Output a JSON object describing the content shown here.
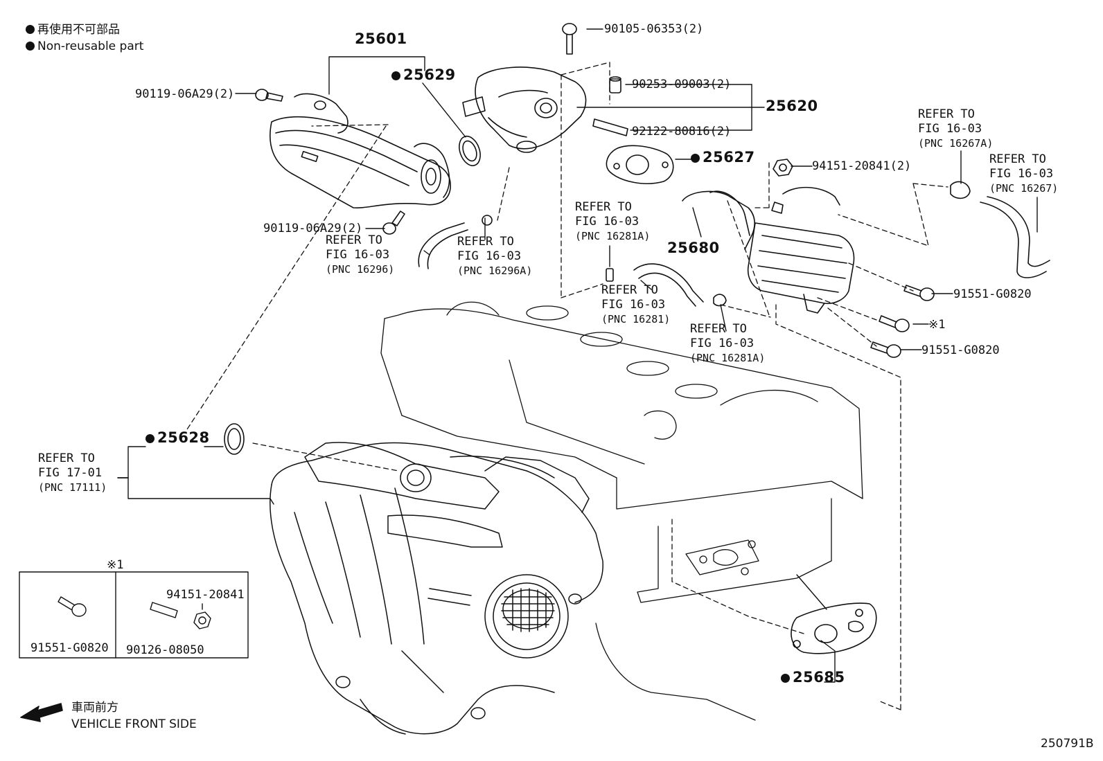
{
  "legend": {
    "jp": "再使用不可部品",
    "en": "Non-reusable part"
  },
  "parts": {
    "p25601": "25601",
    "p25629": "25629",
    "p25620": "25620",
    "p25627": "25627",
    "p25680": "25680",
    "p25628": "25628",
    "p25685": "25685",
    "b90105": "90105-06353(2)",
    "b90253": "90253-09003(2)",
    "b92122": "92122-80816(2)",
    "b94151x2": "94151-20841(2)",
    "b90119a": "90119-06A29(2)",
    "b90119b": "90119-06A29(2)",
    "b91551a": "91551-G0820",
    "b91551b": "91551-G0820",
    "note1": "※1"
  },
  "refs": {
    "r16296": {
      "l1": "REFER TO",
      "l2": "FIG 16-03",
      "l3": "(PNC 16296)"
    },
    "r16296a": {
      "l1": "REFER TO",
      "l2": "FIG 16-03",
      "l3": "(PNC 16296A)"
    },
    "r16281a_top": {
      "l1": "REFER TO",
      "l2": "FIG 16-03",
      "l3": "(PNC 16281A)"
    },
    "r16281": {
      "l1": "REFER TO",
      "l2": "FIG 16-03",
      "l3": "(PNC 16281)"
    },
    "r16281a_bot": {
      "l1": "REFER TO",
      "l2": "FIG 16-03",
      "l3": "(PNC 16281A)"
    },
    "r16267a": {
      "l1": "REFER TO",
      "l2": "FIG 16-03",
      "l3": "(PNC 16267A)"
    },
    "r16267": {
      "l1": "REFER TO",
      "l2": "FIG 16-03",
      "l3": "(PNC 16267)"
    },
    "r17111": {
      "l1": "REFER TO",
      "l2": "FIG 17-01",
      "l3": "(PNC 17111)"
    }
  },
  "inset": {
    "title": "※1",
    "left_label": "91551-G0820",
    "right_top_label": "94151-20841",
    "right_bottom_label": "90126-08050"
  },
  "direction": {
    "jp": "車両前方",
    "en": "VEHICLE FRONT SIDE"
  },
  "figure_id": "250791B",
  "colors": {
    "ink": "#111111",
    "paper": "#ffffff"
  }
}
